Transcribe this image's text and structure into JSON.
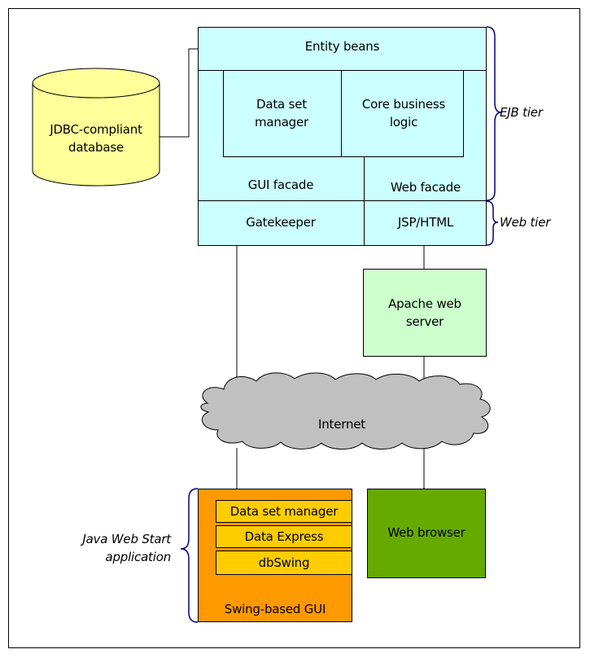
{
  "diagram": {
    "database": "JDBC-compliant database",
    "ejb_tier": {
      "entity_beans": "Entity beans",
      "data_set_manager": "Data set manager",
      "core_business_logic": "Core business logic",
      "gui_facade": "GUI facade",
      "web_facade": "Web facade"
    },
    "web_tier": {
      "gatekeeper": "Gatekeeper",
      "jsp_html": "JSP/HTML"
    },
    "tier_labels": {
      "ejb": "EJB tier",
      "web": "Web tier"
    },
    "apache": "Apache web server",
    "internet": "Internet",
    "client_app": {
      "label": "Java Web Start application",
      "data_set_manager": "Data set manager",
      "data_express": "Data Express",
      "dbswing": "dbSwing",
      "swing_gui": "Swing-based GUI"
    },
    "web_browser": "Web browser"
  },
  "colors": {
    "server_fill": "#ccffff",
    "database_fill": "#ffff99",
    "apache_fill": "#ccffcc",
    "internet_fill": "#c0c0c0",
    "swing_fill": "#ff9900",
    "inner_fill": "#ffcc00",
    "browser_fill": "#66aa00",
    "brace_color": "#000080"
  }
}
